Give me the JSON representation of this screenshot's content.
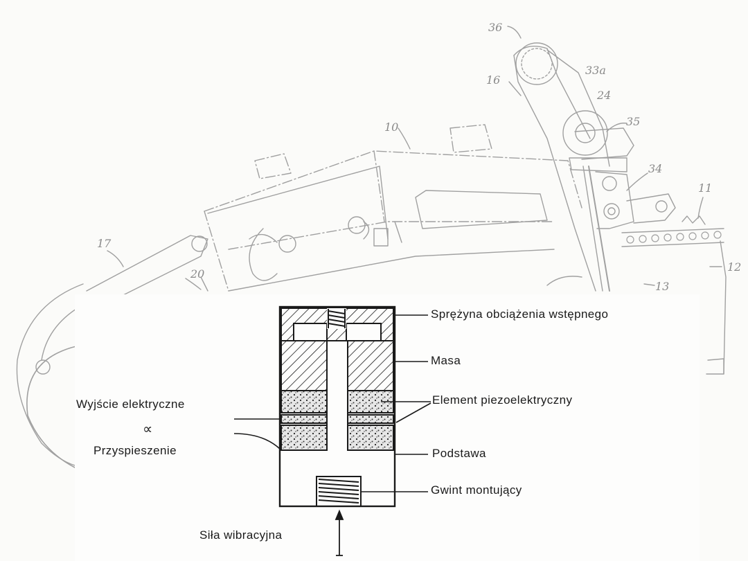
{
  "background_drawing": {
    "ref_numbers": {
      "r36": "36",
      "r33a": "33a",
      "r16": "16",
      "r24": "24",
      "r35": "35",
      "r10": "10",
      "r34": "34",
      "r11": "11",
      "r17": "17",
      "r12": "12",
      "r20": "20",
      "r13": "13"
    }
  },
  "sensor_diagram": {
    "labels": {
      "preload_spring": "Sprężyna obciążenia wstępnego",
      "mass": "Masa",
      "piezo_element": "Element piezoelektryczny",
      "electrical_output": "Wyjście elektryczne",
      "proportional_symbol": "∝",
      "acceleration": "Przyspieszenie",
      "base": "Podstawa",
      "mounting_thread": "Gwint montujący",
      "vibration_force": "Siła wibracyjna"
    }
  },
  "colors": {
    "sketch_line": "#9a9a9a",
    "ink": "#1a1a1a",
    "paper": "#fbfbf9"
  }
}
